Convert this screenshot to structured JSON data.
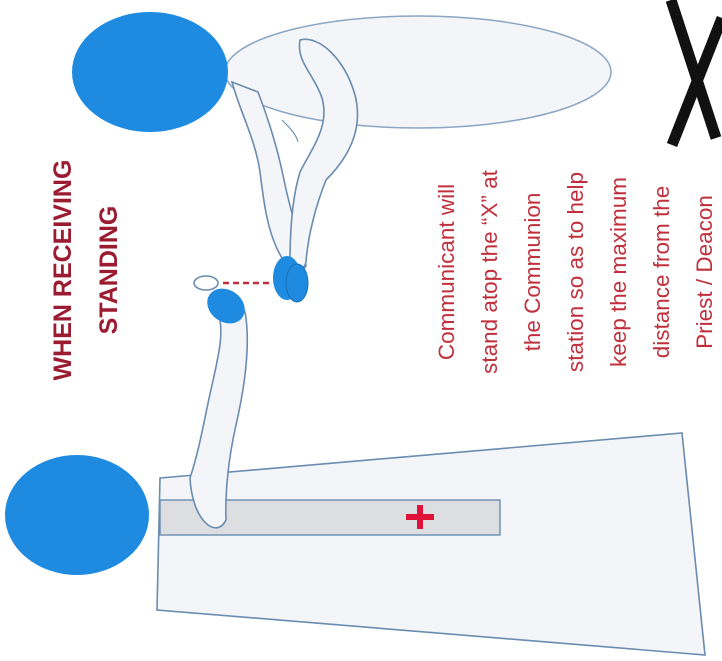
{
  "title": {
    "line1": "WHEN RECEIVING",
    "line2": "STANDING"
  },
  "caption": {
    "text": "Communicant will\nstand atop the “X” at\nthe Communion\nstation so as to help\nkeep the maximum\ndistance from the\nPriest / Deacon"
  },
  "colors": {
    "head": "#1f8be0",
    "title": "#9b1b30",
    "caption": "#c0303c",
    "outline": "#6a8cb0",
    "body_fill": "#f3f5f8",
    "stole": "#dcdee2",
    "cross": "#e0123a",
    "x_mark": "#111111",
    "dash_line": "#c0303c"
  },
  "icons": {
    "x_mark": "x-mark-icon",
    "cross": "cross-icon"
  }
}
